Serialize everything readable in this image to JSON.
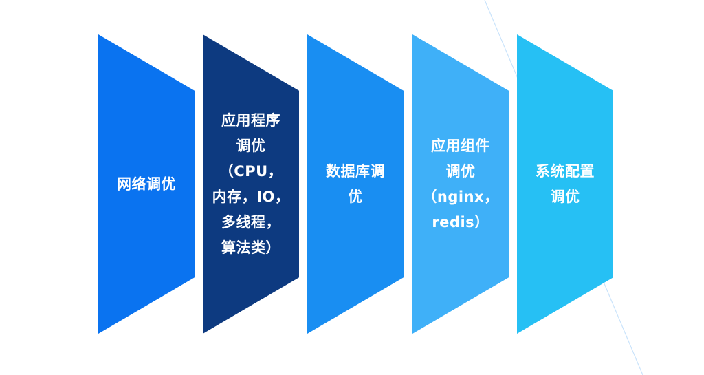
{
  "stages": [
    {
      "label": "网络调优",
      "color": "#0a73f0"
    },
    {
      "label": "应用程序\n调优\n（CPU，\n内存，IO，\n多线程，\n算法类）",
      "color": "#0d3a80"
    },
    {
      "label": "数据库调\n优",
      "color": "#198ef2"
    },
    {
      "label": "应用组件\n调优\n（nginx，\nredis）",
      "color": "#3fb0f8"
    },
    {
      "label": "系统配置\n调优",
      "color": "#26c0f4"
    }
  ]
}
